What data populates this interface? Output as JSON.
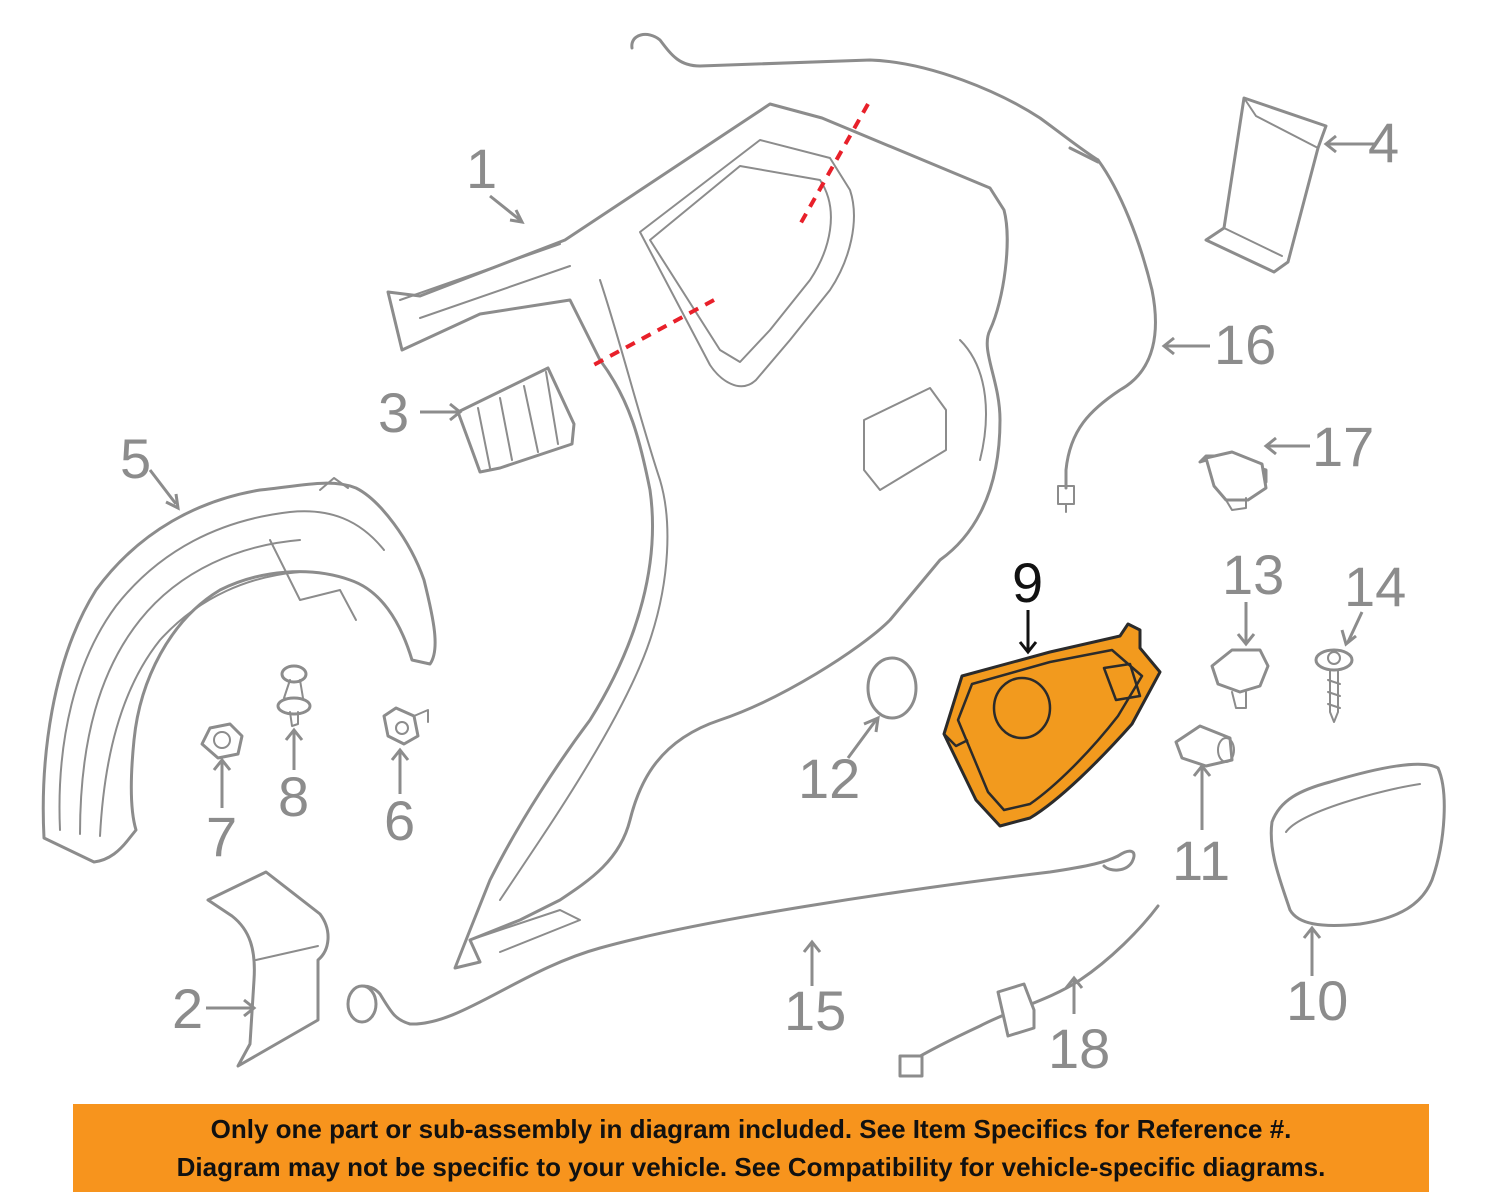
{
  "callouts": {
    "c1": "1",
    "c2": "2",
    "c3": "3",
    "c4": "4",
    "c5": "5",
    "c6": "6",
    "c7": "7",
    "c8": "8",
    "c9": "9",
    "c10": "10",
    "c11": "11",
    "c12": "12",
    "c13": "13",
    "c14": "14",
    "c15": "15",
    "c16": "16",
    "c17": "17",
    "c18": "18"
  },
  "selected_part": "9",
  "colors": {
    "line_art": "#8c8c8c",
    "highlight": "#f29a1e",
    "cut_line": "#e8202a",
    "banner": "#f7941d"
  },
  "disclaimer": {
    "line1": "Only one part or sub-assembly in diagram included. See Item Specifics for Reference #.",
    "line2": "Diagram may not be specific to your vehicle. See Compatibility for vehicle-specific diagrams."
  }
}
